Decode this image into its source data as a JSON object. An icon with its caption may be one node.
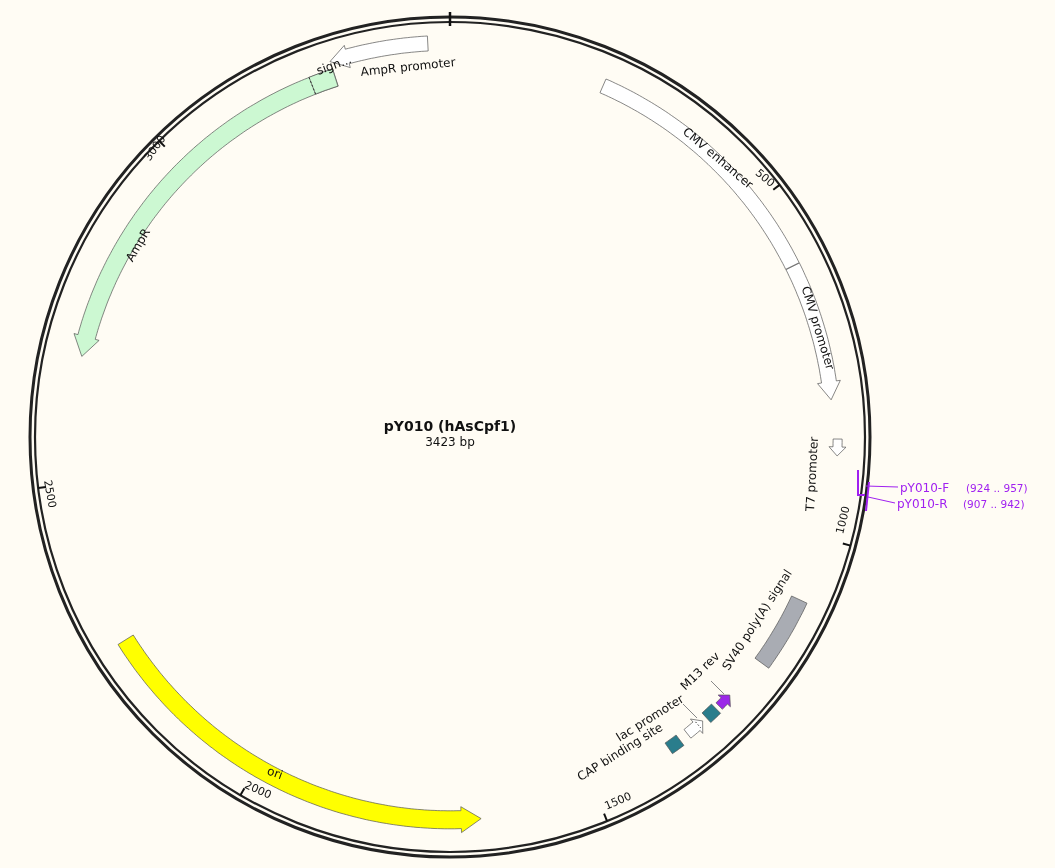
{
  "diagram": {
    "title": "pY010 (hAsCpf1)",
    "nodes": [
      {
        "text": [
          "AmpR promoter"
        ]
      },
      {
        "text": [
          "AmpR"
        ]
      },
      {
        "text": [
          "sign..."
        ],
        "in": 1
      },
      {
        "text": [
          "CMV enhancer"
        ]
      },
      {
        "text": [
          "CMV promoter"
        ]
      },
      {
        "text": [
          "T7 promoter"
        ]
      },
      {
        "text": [
          "pY010-F",
          "(924 .. 957)"
        ]
      },
      {
        "text": [],
        "shape": "bar"
      },
      {
        "text": [
          "pY010-R",
          "(907 .. 942)"
        ]
      },
      {
        "text": [],
        "shape": "bar"
      },
      {
        "text": [],
        "shape": "band"
      },
      {
        "text": [
          "M13 rev"
        ]
      },
      {
        "text": [],
        "shape": "arrow"
      },
      {
        "text": [],
        "shape": "box"
      },
      {
        "text": [
          "lac promoter"
        ]
      },
      {
        "text": [],
        "shape": "arrow"
      },
      {
        "text": [
          "CAP binding site"
        ]
      },
      {
        "text": [
          "ori"
        ]
      }
    ],
    "edges": [
      {
        "from": 6,
        "to": 7,
        "arrow": "none",
        "color": "#a020f0"
      },
      {
        "from": 8,
        "to": 9,
        "arrow": "none",
        "color": "#a020f0"
      },
      {
        "from": 11,
        "to": 12,
        "arrow": "none",
        "color": "#888888"
      },
      {
        "from": 14,
        "to": 15,
        "arrow": "none",
        "color": "#888888"
      }
    ],
    "labels": [
      "3423 bp",
      "500",
      "1000",
      "1500",
      "2000",
      "2500",
      "3000",
      "SV40 poly(A) signal"
    ]
  }
}
